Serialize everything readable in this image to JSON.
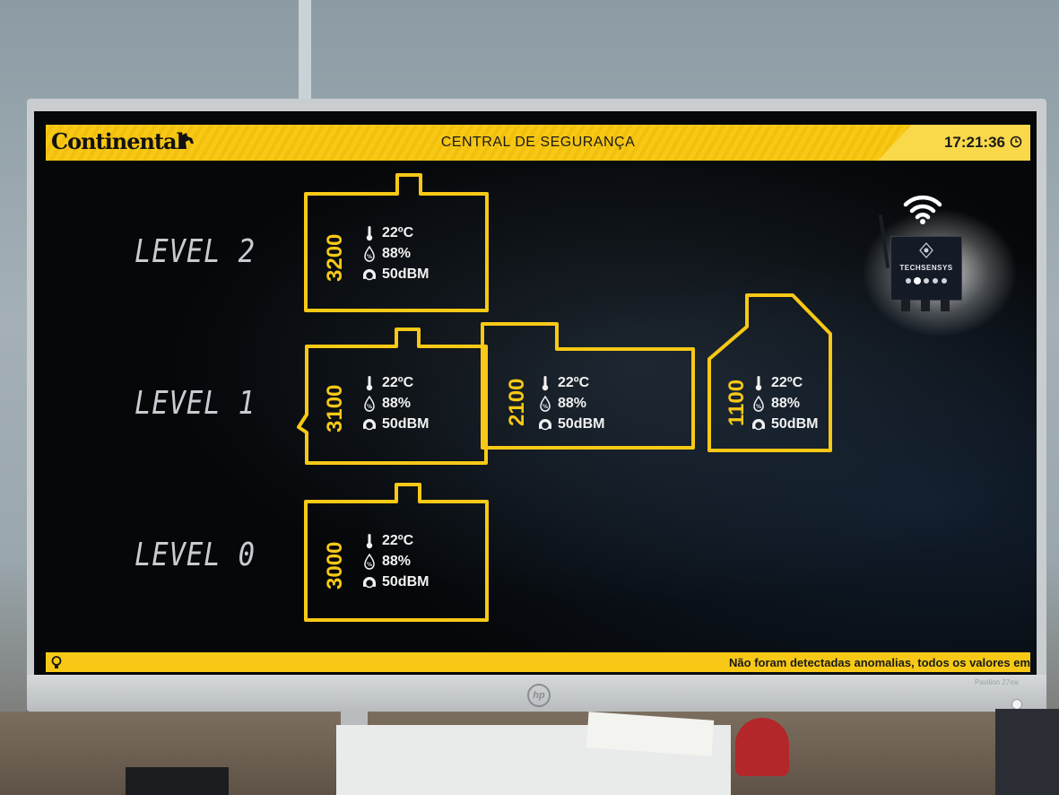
{
  "header": {
    "logo_text": "Continental",
    "title": "CENTRAL DE SEGURANÇA",
    "clock": "17:21:36"
  },
  "levels": [
    {
      "label": "LEVEL 2"
    },
    {
      "label": "LEVEL 1"
    },
    {
      "label": "LEVEL 0"
    }
  ],
  "rooms": {
    "r3200": {
      "id": "3200",
      "temperature": "22ºC",
      "humidity": "88%",
      "noise": "50dBM"
    },
    "r3100": {
      "id": "3100",
      "temperature": "22ºC",
      "humidity": "88%",
      "noise": "50dBM"
    },
    "r2100": {
      "id": "2100",
      "temperature": "22ºC",
      "humidity": "88%",
      "noise": "50dBM"
    },
    "r1100": {
      "id": "1100",
      "temperature": "22ºC",
      "humidity": "88%",
      "noise": "50dBM"
    },
    "r3000": {
      "id": "3000",
      "temperature": "22ºC",
      "humidity": "88%",
      "noise": "50dBM"
    }
  },
  "sensor": {
    "brand": "TECHSENSYS"
  },
  "footer": {
    "message": "Não foram detectadas anomalias, todos os valores em"
  },
  "monitor": {
    "brand": "hp",
    "model": "Pavilion 27xw"
  },
  "colors": {
    "accent": "#f7c916",
    "screen_bg": "#050709",
    "text_light": "#f2f2f2"
  },
  "icons": [
    "clock-icon",
    "thermometer-icon",
    "humidity-icon",
    "noise-icon",
    "wifi-icon",
    "lightbulb-icon",
    "horse-icon"
  ]
}
